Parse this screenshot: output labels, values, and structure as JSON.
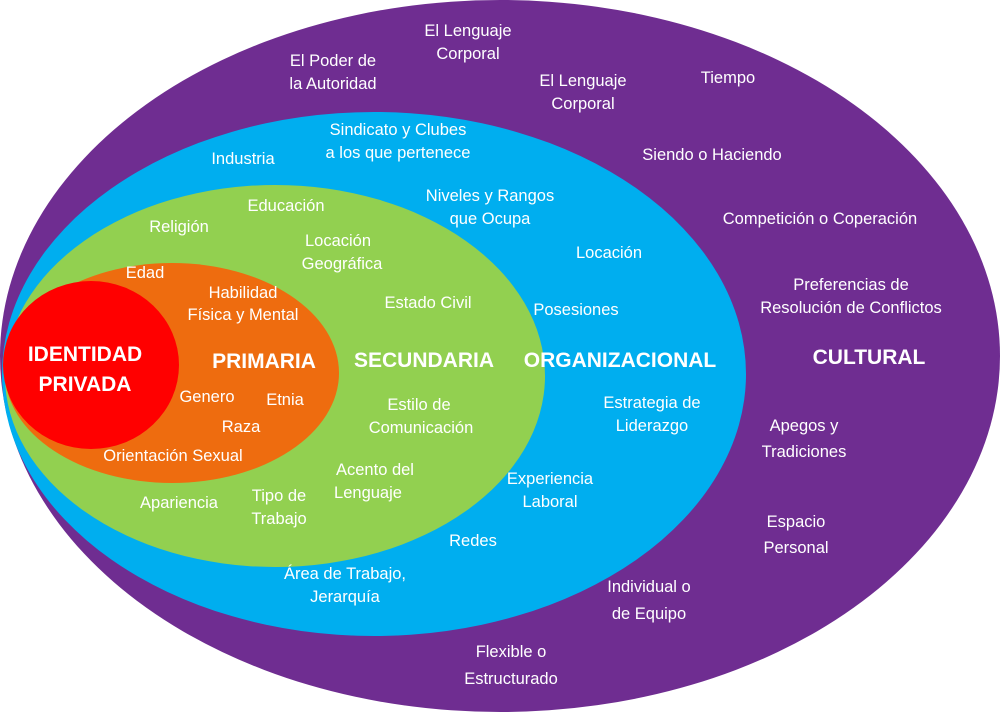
{
  "colors": {
    "cultural": "#6f2d91",
    "organizacional": "#00aeef",
    "secundaria": "#92d050",
    "primaria": "#ee6c0f",
    "identidad": "#ff0000",
    "text": "#ffffff"
  },
  "layers": {
    "identidad": {
      "title_line1": "IDENTIDAD",
      "title_line2": "PRIVADA"
    },
    "primaria": {
      "title": "PRIMARIA",
      "items": {
        "edad": "Edad",
        "habilidad_line1": "Habilidad",
        "habilidad_line2": "Física y Mental",
        "genero": "Genero",
        "etnia": "Etnia",
        "raza": "Raza",
        "orientacion": "Orientación Sexual"
      }
    },
    "secundaria": {
      "title": "SECUNDARIA",
      "items": {
        "religion": "Religión",
        "educacion": "Educación",
        "locacion_line1": "Locación",
        "locacion_line2": "Geográfica",
        "estado_civil": "Estado Civil",
        "estilo_line1": "Estilo de",
        "estilo_line2": "Comunicación",
        "acento_line1": "Acento del",
        "acento_line2": "Lenguaje",
        "tipo_line1": "Tipo de",
        "tipo_line2": "Trabajo",
        "apariencia": "Apariencia"
      }
    },
    "organizacional": {
      "title": "ORGANIZACIONAL",
      "items": {
        "industria": "Industria",
        "sindicato_line1": "Sindicato y Clubes",
        "sindicato_line2": "a los que pertenece",
        "niveles_line1": "Niveles y Rangos",
        "niveles_line2": "que Ocupa",
        "locacion": "Locación",
        "posesiones": "Posesiones",
        "estrategia_line1": "Estrategia de",
        "estrategia_line2": "Liderazgo",
        "experiencia_line1": "Experiencia",
        "experiencia_line2": "Laboral",
        "redes": "Redes",
        "area_line1": "Área de Trabajo,",
        "area_line2": "Jerarquía"
      }
    },
    "cultural": {
      "title": "CULTURAL",
      "items": {
        "poder_line1": "El Poder de",
        "poder_line2": "la Autoridad",
        "lenguaje1_line1": "El Lenguaje",
        "lenguaje1_line2": "Corporal",
        "lenguaje2_line1": "El Lenguaje",
        "lenguaje2_line2": "Corporal",
        "tiempo": "Tiempo",
        "siendo": "Siendo o Haciendo",
        "competicion": "Competición o Coperación",
        "preferencias_line1": "Preferencias de",
        "preferencias_line2": "Resolución de Conflictos",
        "apegos_line1": "Apegos y",
        "apegos_line2": "Tradiciones",
        "espacio_line1": "Espacio",
        "espacio_line2": "Personal",
        "individual_line1": "Individual o",
        "individual_line2": "de Equipo",
        "flexible_line1": "Flexible o",
        "flexible_line2": "Estructurado"
      }
    }
  }
}
